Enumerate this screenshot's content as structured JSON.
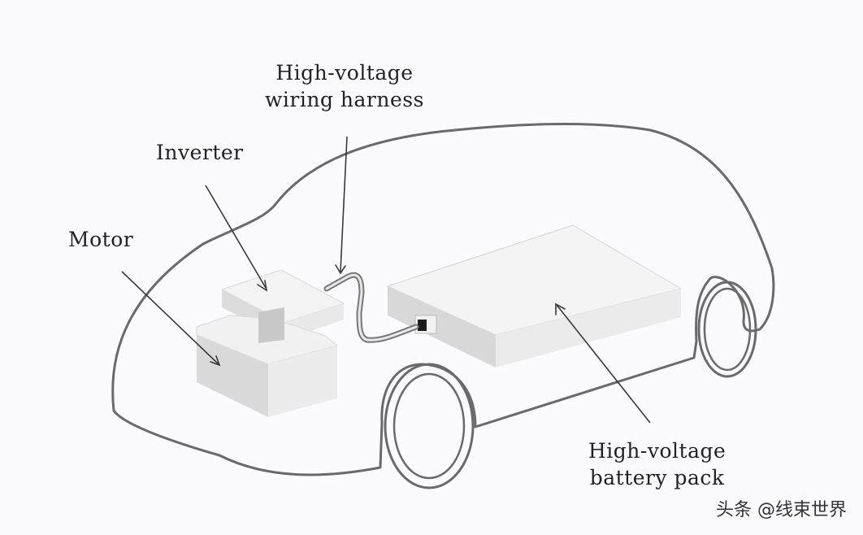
{
  "labels": {
    "harness_line1": "High-voltage",
    "harness_line2": "wiring harness",
    "inverter": "Inverter",
    "motor": "Motor",
    "battery_line1": "High-voltage",
    "battery_line2": "battery pack"
  },
  "watermark": "头条 @线束世界",
  "colors": {
    "background": "#fbfafc",
    "outline": "#6a6a6a",
    "component_top": "#f4f4f4",
    "component_side": "#dcdcdc",
    "text": "#222222"
  }
}
